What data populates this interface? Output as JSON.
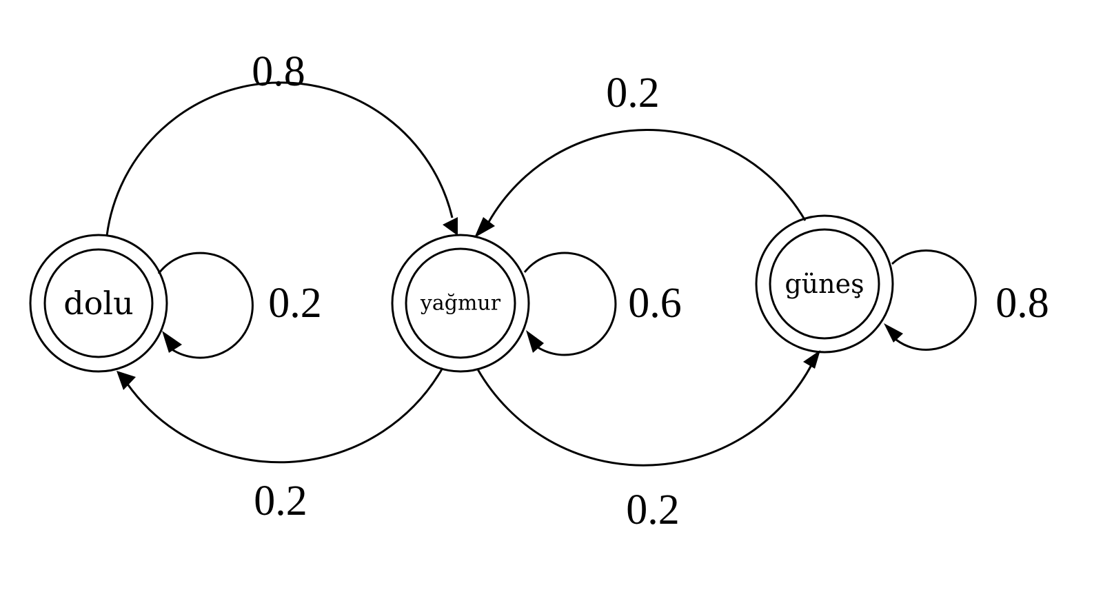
{
  "states": [
    {
      "id": "dolu",
      "label": "dolu"
    },
    {
      "id": "yagmur",
      "label": "yağmur"
    },
    {
      "id": "gunes",
      "label": "güneş"
    }
  ],
  "transitions": [
    {
      "from": "dolu",
      "to": "yagmur",
      "label": "0.8"
    },
    {
      "from": "dolu",
      "to": "dolu",
      "label": "0.2"
    },
    {
      "from": "yagmur",
      "to": "dolu",
      "label": "0.2"
    },
    {
      "from": "yagmur",
      "to": "yagmur",
      "label": "0.6"
    },
    {
      "from": "yagmur",
      "to": "gunes",
      "label": "0.2"
    },
    {
      "from": "gunes",
      "to": "yagmur",
      "label": "0.2"
    },
    {
      "from": "gunes",
      "to": "gunes",
      "label": "0.8"
    }
  ]
}
